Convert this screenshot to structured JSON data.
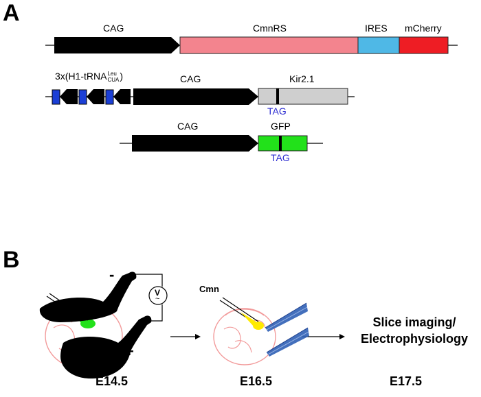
{
  "panel_a": {
    "label": "A",
    "construct1": {
      "promoter": "CAG",
      "gene": "CmnRS",
      "ires": "IRES",
      "reporter": "mCherry"
    },
    "construct2": {
      "trna_prefix": "3x(H1-tRNA",
      "trna_sup": "Leu",
      "trna_sub": "CUA",
      "trna_suffix": ")",
      "promoter": "CAG",
      "gene": "Kir2.1",
      "codon": "TAG"
    },
    "construct3": {
      "promoter": "CAG",
      "gene": "GFP",
      "codon": "TAG"
    }
  },
  "panel_b": {
    "label": "B",
    "electrode_minus": "-",
    "electrode_plus": "+",
    "voltmeter": "V",
    "voltmeter_ac": "~",
    "injection_label": "Cmn",
    "output_line1": "Slice imaging/",
    "output_line2": "Electrophysiology",
    "stages": [
      "E14.5",
      "E16.5",
      "E17.5"
    ]
  },
  "colors": {
    "arrow_black": "#000000",
    "cmnrs": "#f3848e",
    "ires": "#4fb8e6",
    "mcherry": "#ee1d24",
    "kir": "#cfcfcf",
    "gfp": "#22e11a",
    "trna_box": "#1b3fd6",
    "tag_text": "#2a2ad0",
    "embryo_outline": "#f29a9a",
    "injection_yellow": "#ffea00",
    "probe_blue": "#2f5fb5"
  }
}
